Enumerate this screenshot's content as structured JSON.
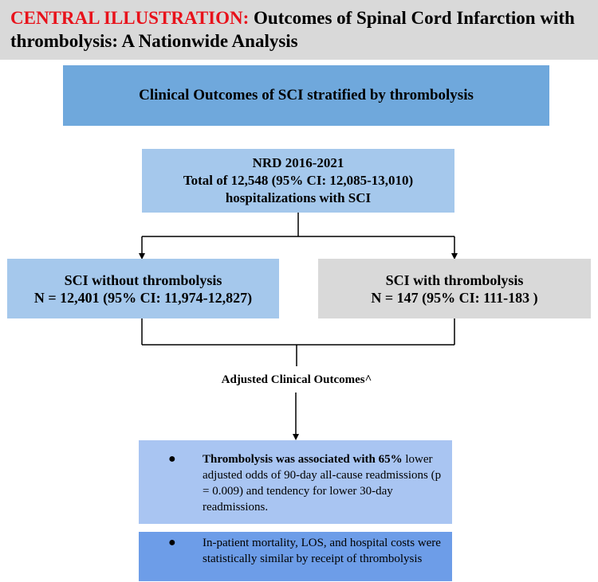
{
  "header": {
    "label": "CENTRAL ILLUSTRATION:",
    "title": " Outcomes of Spinal Cord Infarction with thrombolysis: A Nationwide Analysis",
    "background_color": "#d9d9d9",
    "label_color": "#e8121b"
  },
  "title_box": {
    "text": "Clinical Outcomes of SCI stratified by thrombolysis",
    "color": "#6fa8dc"
  },
  "nrd_box": {
    "line1": "NRD 2016-2021",
    "line2": "Total of 12,548 (95% CI: 12,085-13,010)",
    "line3": "hospitalizations with SCI",
    "color": "#a5c8ec"
  },
  "left_box": {
    "line1": "SCI without thrombolysis",
    "line2": "N = 12,401 (95% CI: 11,974-12,827)",
    "color": "#a5c8ec"
  },
  "right_box": {
    "line1": "SCI with thrombolysis",
    "line2": "N = 147 (95% CI: 111-183 )",
    "color": "#d9d9d9"
  },
  "adjusted_label": "Adjusted Clinical Outcomes^",
  "outcomes": [
    {
      "bullet": "●",
      "bold": "Thrombolysis was associated with 65%",
      "text": " lower adjusted odds of  90-day all-cause readmissions (p = 0.009) and tendency for lower 30-day readmissions.",
      "color": "#a9c5f2"
    },
    {
      "bullet": "●",
      "bold": "",
      "text": "In-patient mortality, LOS, and hospital costs were statistically similar  by receipt of thrombolysis",
      "color": "#6d9de8"
    }
  ]
}
